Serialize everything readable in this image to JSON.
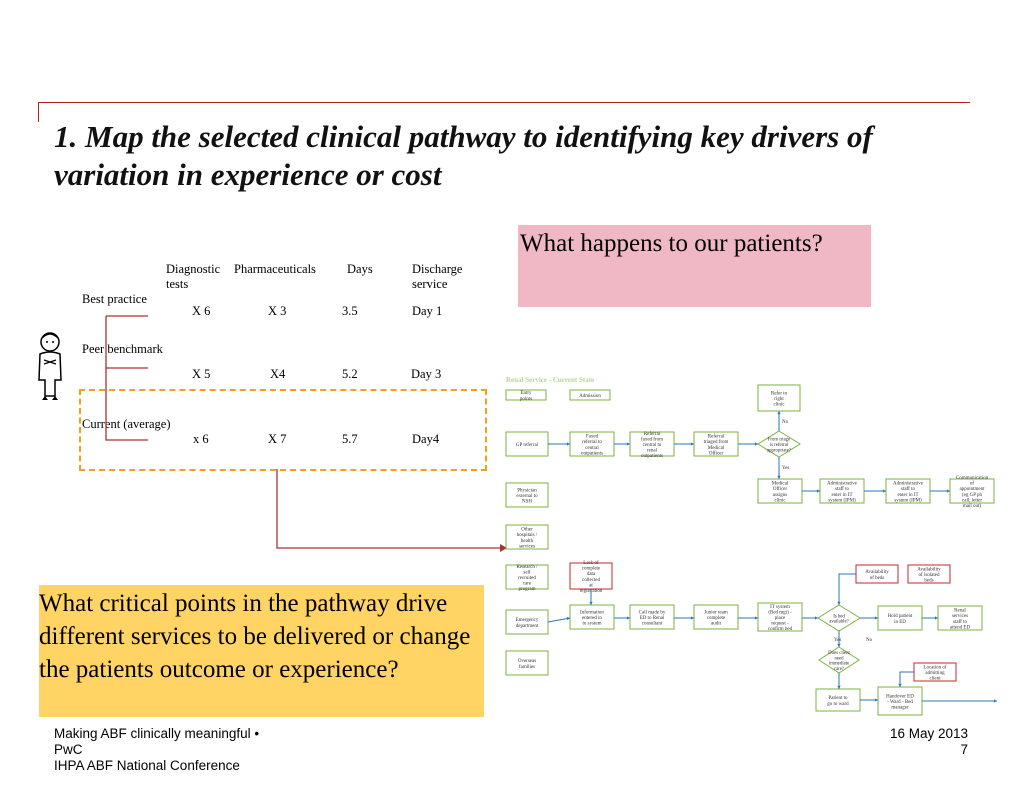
{
  "title": "1. Map the selected clinical pathway to identifying key drivers of variation in experience or cost",
  "table": {
    "headers": [
      "Diagnostic tests",
      "Pharmaceuticals",
      "Days",
      "Discharge service"
    ],
    "rows": [
      {
        "label": "Best practice",
        "values": [
          "X 6",
          "X 3",
          "3.5",
          "Day 1"
        ]
      },
      {
        "label": "Peer benchmark",
        "values": [
          "X 5",
          "X4",
          "5.2",
          "Day 3"
        ]
      },
      {
        "label": "Current (average)",
        "values": [
          "x 6",
          "X 7",
          "5.7",
          "Day4"
        ]
      }
    ]
  },
  "callout_pink": "What happens to our patients?",
  "callout_yellow": "What critical points in the pathway drive different services to be delivered or change the patients outcome or experience?",
  "footer": {
    "left_line1": "Making ABF clinically meaningful •",
    "left_line2": "PwC",
    "left_line3": "IHPA ABF National Conference",
    "date": "16 May 2013",
    "page": "7"
  },
  "flowchart": {
    "header": "Renal Service - Current State",
    "lane_labels": [
      "Entry points",
      "Admission"
    ],
    "entry_points": [
      "GP referral",
      "Physician external to NSH",
      "Other hospitals / health services",
      "Research / self recruited care program",
      "Emergency department",
      "Overseas families"
    ],
    "top_nodes": [
      "Faxed referral to central outpatients",
      "Referral faxed from central to renal outpatients",
      "Referral triaged from Medical Officer",
      "From triage is referral appropriate?",
      "Refer to right clinic",
      "Medical Officer assigns clinic",
      "Administrative staff to enter in IT system (IPM)",
      "Administrative staff to enter in IT system (IPM)",
      "Communication of appointment (eg GP ph call, letter mail out)"
    ],
    "decision_labels": [
      "No",
      "Yes",
      "Yes",
      "No"
    ],
    "bottom_nodes": [
      "Information entered in to system",
      "Call made by ED to Renal consultant",
      "Junior team complete audit",
      "IT system (Bed mgt) - place request - confirm bed",
      "Is bed available?",
      "Hold patient in ED",
      "Renal services staff to attend ED",
      "Does client need immediate care?",
      "Patient to go to ward",
      "Handover ED - Ward - Bed manager"
    ],
    "issues": [
      "Lack of complete data collected at registration",
      "Availability of beds",
      "Availability of isolated beds",
      "Location of admitting client"
    ]
  }
}
